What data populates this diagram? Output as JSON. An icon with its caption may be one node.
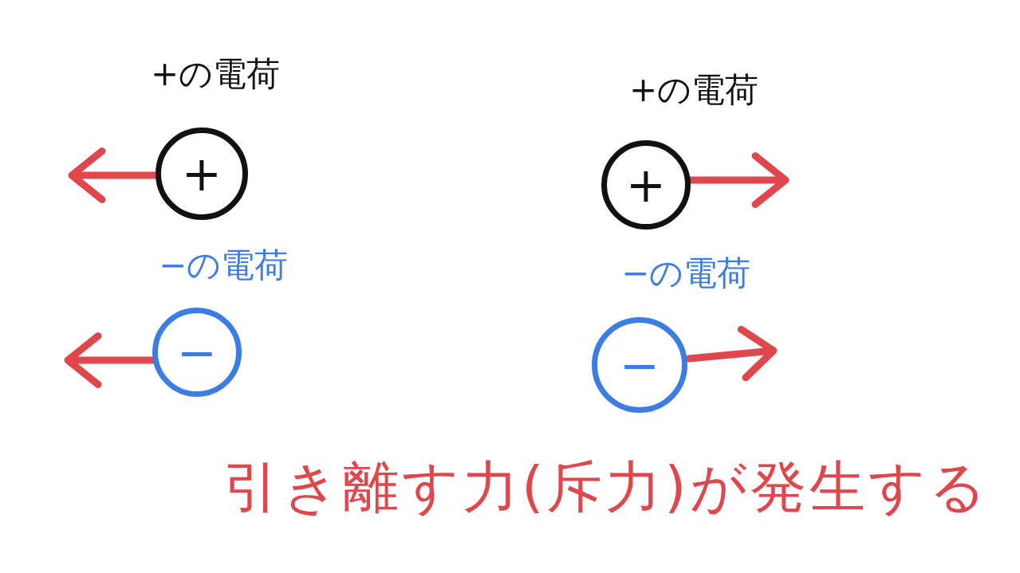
{
  "diagram": {
    "caption": "引き離す力(斥力)が発生する",
    "nodes": [
      {
        "text": [
          "+の電荷",
          "+"
        ]
      },
      {
        "text": [
          "+の電荷",
          "+"
        ]
      },
      {
        "text": [
          "−の電荷",
          "−"
        ]
      },
      {
        "text": [
          "−の電荷",
          "−"
        ]
      }
    ]
  }
}
